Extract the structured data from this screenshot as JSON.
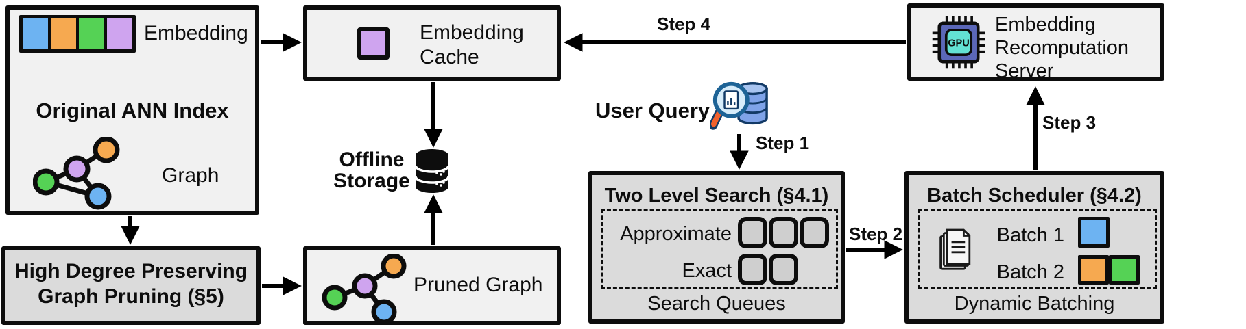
{
  "colors": {
    "node_blue": "#6db3f2",
    "node_orange": "#f6a950",
    "node_green": "#55d255",
    "node_purple": "#cfa4ef",
    "box_fill_light": "#f1f1f1",
    "box_fill_dark": "#dbdbdb",
    "queue_slot_gray": "#cfcfcf",
    "outline_black": "#0d0d0d",
    "gpu_chip_blue": "#5b67b8",
    "gpu_core_teal": "#63e2d4",
    "query_lens_ring_blue": "#1d6396",
    "query_handle_orange": "#f2612d",
    "query_db_blue": "#7fa3e8"
  },
  "nodes": {
    "original_index": {
      "embedding_label": "Embedding",
      "title": "Original ANN Index",
      "graph_label": "Graph"
    },
    "graph_pruning": {
      "label_line1": "High Degree Preserving",
      "label_line2": "Graph Pruning (§5)"
    },
    "embedding_cache": {
      "label_line1": "Embedding",
      "label_line2": "Cache"
    },
    "offline_storage": {
      "label_line1": "Offline",
      "label_line2": "Storage"
    },
    "pruned_graph": {
      "label": "Pruned Graph"
    },
    "two_level_search": {
      "title": "Two Level Search (§4.1)",
      "row_approximate": "Approximate",
      "row_exact": "Exact",
      "caption": "Search Queues",
      "approximate_slots": 3,
      "exact_slots": 2
    },
    "batch_scheduler": {
      "title": "Batch Scheduler (§4.2)",
      "batch1_label": "Batch 1",
      "batch2_label": "Batch 2",
      "caption": "Dynamic Batching"
    },
    "recomputation_server": {
      "label_line1": "Embedding",
      "label_line2": "Recomputation",
      "label_line3": "Server",
      "gpu_chip_label": "GPU"
    }
  },
  "flow": {
    "user_query_label": "User Query",
    "step1": "Step 1",
    "step2": "Step 2",
    "step3": "Step 3",
    "step4": "Step 4"
  }
}
